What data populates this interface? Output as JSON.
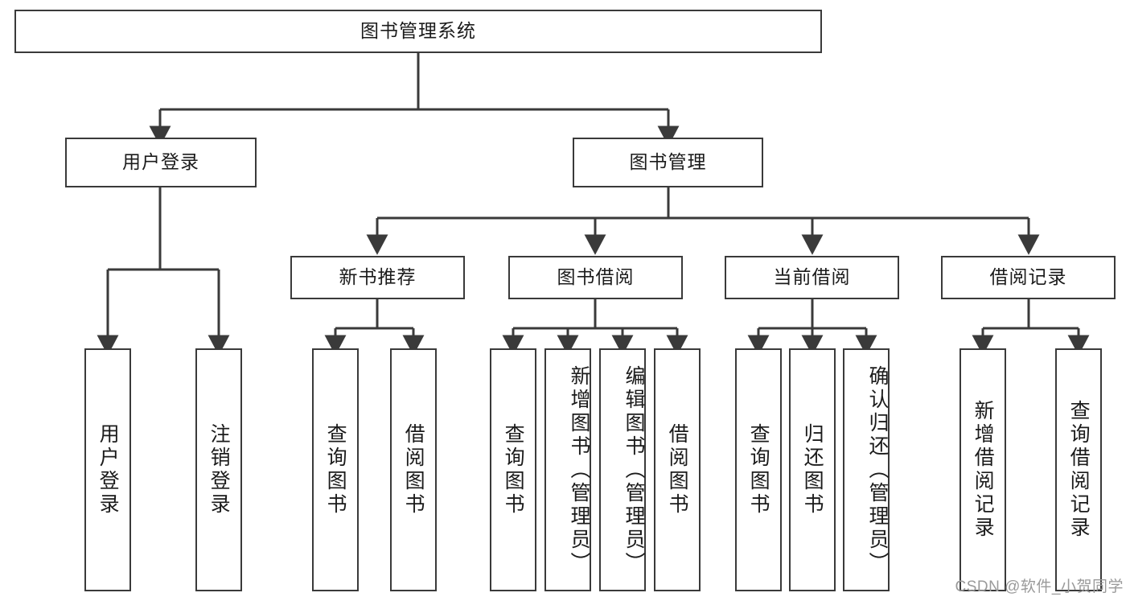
{
  "diagram": {
    "title_node": {
      "id": "root",
      "label": "图书管理系统"
    },
    "level2": [
      {
        "id": "user-login",
        "label": "用户登录"
      },
      {
        "id": "book-management",
        "label": "图书管理"
      }
    ],
    "level3": [
      {
        "id": "new-book-recommend",
        "label": "新书推荐"
      },
      {
        "id": "book-borrow",
        "label": "图书借阅"
      },
      {
        "id": "current-borrow",
        "label": "当前借阅"
      },
      {
        "id": "borrow-record",
        "label": "借阅记录"
      }
    ],
    "leaves": [
      {
        "id": "leaf-user-login",
        "label": "用户登录",
        "parent": "user-login"
      },
      {
        "id": "leaf-logout-login",
        "label": "注销登录",
        "parent": "user-login"
      },
      {
        "id": "leaf-query-book-1",
        "label": "查询图书",
        "parent": "new-book-recommend"
      },
      {
        "id": "leaf-borrow-book-1",
        "label": "借阅图书",
        "parent": "new-book-recommend"
      },
      {
        "id": "leaf-query-book-2",
        "label": "查询图书",
        "parent": "book-borrow"
      },
      {
        "id": "leaf-add-book",
        "label": "新增图书（管理员）",
        "parent": "book-borrow"
      },
      {
        "id": "leaf-edit-book",
        "label": "编辑图书（管理员）",
        "parent": "book-borrow"
      },
      {
        "id": "leaf-borrow-book-2",
        "label": "借阅图书",
        "parent": "book-borrow"
      },
      {
        "id": "leaf-query-book-3",
        "label": "查询图书",
        "parent": "current-borrow"
      },
      {
        "id": "leaf-return-book",
        "label": "归还图书",
        "parent": "current-borrow"
      },
      {
        "id": "leaf-confirm-return",
        "label": "确认归还（管理员）",
        "parent": "current-borrow"
      },
      {
        "id": "leaf-add-record",
        "label": "新增借阅记录",
        "parent": "borrow-record"
      },
      {
        "id": "leaf-query-record",
        "label": "查询借阅记录",
        "parent": "borrow-record"
      }
    ],
    "watermark": "CSDN @软件_小贺同学",
    "colors": {
      "stroke": "#3a3a3a",
      "text": "#1b1b1b",
      "background": "#ffffff",
      "watermark": "#9a9a9a"
    }
  }
}
